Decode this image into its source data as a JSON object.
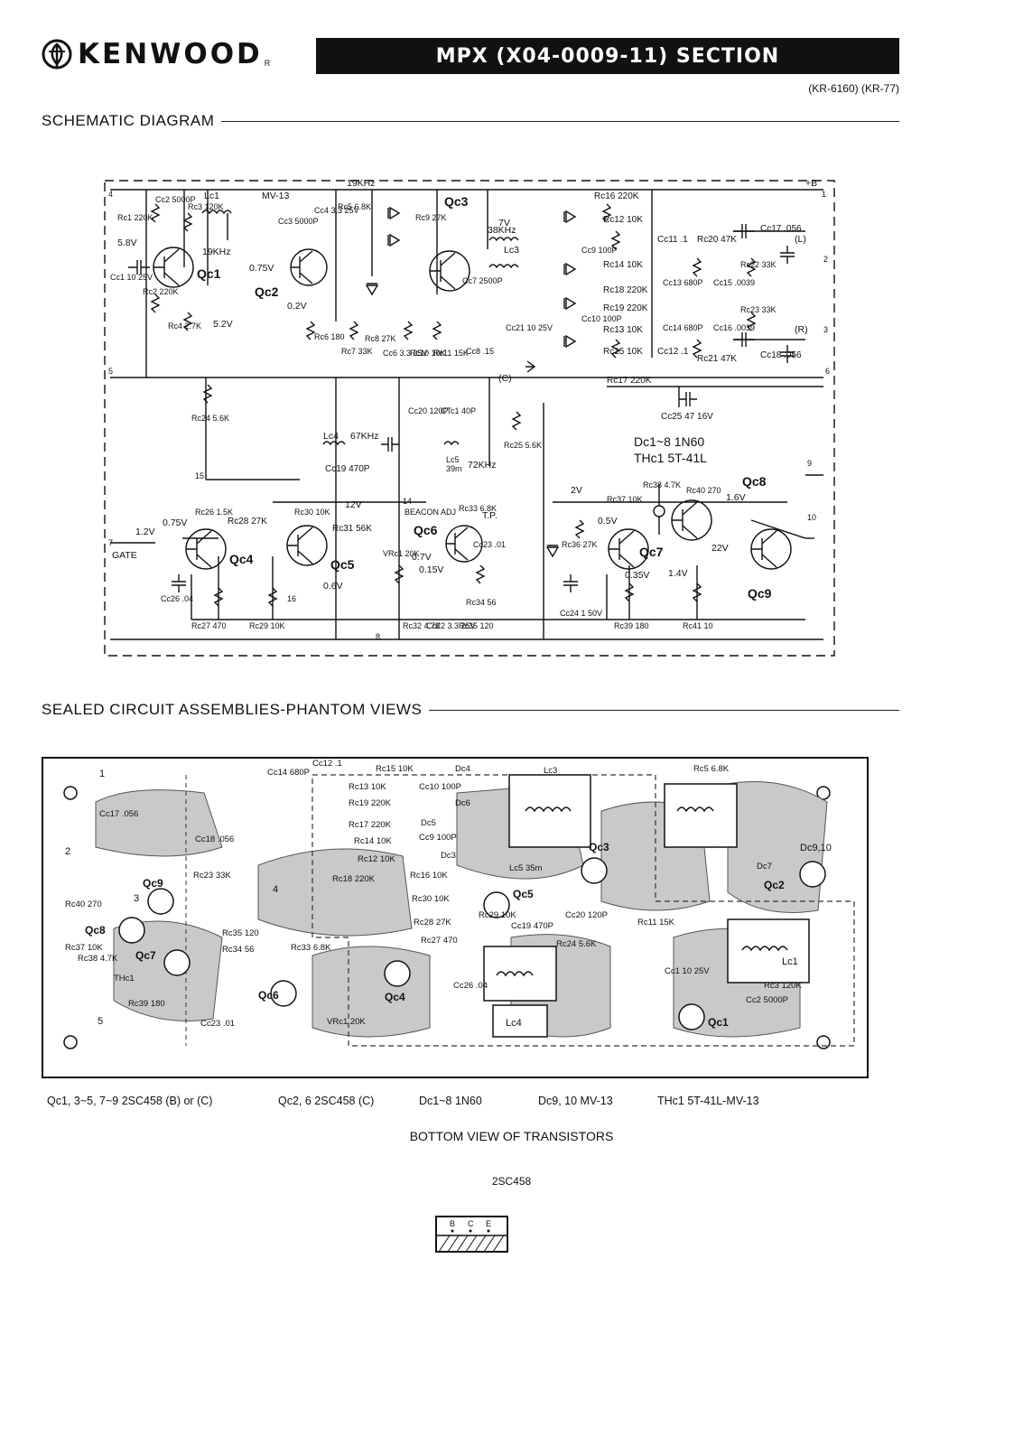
{
  "header": {
    "brand": "KENWOOD",
    "brand_suffix": "R",
    "section_title": "MPX (X04-0009-11) SECTION",
    "models": "(KR-6160) (KR-77)"
  },
  "schematic": {
    "heading": "SCHEMATIC DIAGRAM",
    "transistors": [
      "Qc1",
      "Qc2",
      "Qc3",
      "Qc4",
      "Qc5",
      "Qc6",
      "Qc7",
      "Qc8",
      "Qc9"
    ],
    "labels": {
      "b_plus": "+B",
      "gate": "GATE",
      "tp": "T.P.",
      "beacon_adj": "BEACON ADJ",
      "freq_19k": "19KHz",
      "freq_38k": "38KHz",
      "freq_67k": "67KHz",
      "freq_72k": "72KHz",
      "mv13": "MV-13",
      "lc1": "Lc1",
      "lc3": "Lc3",
      "lc4": "Lc4",
      "lc5": "Lc5",
      "lc5_val": "39m",
      "dc_note": "Dc1~8  1N60",
      "thc_note": "THc1  5T-41L",
      "rc1": "Rc1 220K",
      "cc2": "Cc2 5000P",
      "rc3": "Rc3 120K",
      "rc2": "Rc2 220K",
      "rc4": "Rc4 2.7K",
      "cc1": "Cc1 10 25V",
      "cc3": "Cc3 5000P",
      "cc4": "Cc4 3.3 25V",
      "rc5": "Rc5 6.8K",
      "rc6": "Rc6 180",
      "rc7": "Rc7 33K",
      "rc8": "Rc8 27K",
      "cc6": "Cc6 3.3 25V",
      "rc9": "Rc9 27K",
      "rc10": "Rc10 10K",
      "rc11": "Rc11 15K",
      "cc7": "Cc7 2500P",
      "cc8": "Cc8 .15",
      "cc21": "Cc21 10 25V",
      "rc16": "Rc16 220K",
      "rc12": "Rc12 10K",
      "rc14": "Rc14 10K",
      "rc18": "Rc18 220K",
      "rc19": "Rc19 220K",
      "rc13": "Rc13 10K",
      "rc15": "Rc15 10K",
      "cc9": "Cc9 100P",
      "cc10": "Cc10 100P",
      "cc11": "Cc11 .1",
      "rc20": "Rc20 47K",
      "cc13": "Cc13 680P",
      "cc15": "Cc15 .0039",
      "rc22": "Rc22 33K",
      "cc17": "Cc17 .056",
      "cc14": "Cc14 680P",
      "cc16": "Cc16 .0039",
      "rc23": "Rc23 33K",
      "cc12": "Cc12 .1",
      "rc21": "Rc21 47K",
      "cc18": "Cc18 .056",
      "rc17": "Rc17 220K",
      "cc25": "Cc25 47 16V",
      "rc24": "Rc24 5.6K",
      "cc20": "Cc20 120P",
      "ct1": "CTc1 40P",
      "rc25": "Rc25 5.6K",
      "cc19": "Cc19 470P",
      "rc26": "Rc26 1.5K",
      "rc28": "Rc28 27K",
      "cc26": "Cc26 .04",
      "rc27": "Rc27 470",
      "rc29": "Rc29 10K",
      "rc30": "Rc30 10K",
      "rc31": "Rc31 56K",
      "vrc1": "VRc1 20K",
      "rc33": "Rc33 6.8K",
      "cc23": "Cc23 .01",
      "rc32": "Rc32 4.7K",
      "cc22": "Cc22 3.3 25V",
      "rc34": "Rc34 56",
      "rc35": "Rc35 120",
      "rc36": "Rc36 27K",
      "cc24": "Cc24 1 50V",
      "rc37": "Rc37 10K",
      "rc38": "Rc38 4.7K",
      "rc39": "Rc39 180",
      "rc40": "Rc40 270",
      "rc41": "Rc41 10",
      "v_58": "5.8V",
      "v_52": "5.2V",
      "v_075": "0.75V",
      "v_02": "0.2V",
      "v_7": "7V",
      "v_12": "1.2V",
      "v_12b": "12V",
      "v_06": "0.6V",
      "v_07": "0.7V",
      "v_015": "0.15V",
      "v_2": "2V",
      "v_05": "0.5V",
      "v_035": "0.35V",
      "v_14": "1.4V",
      "v_16": "1.6V",
      "v_22": "22V",
      "pin_c": "(C)",
      "pin_l": "(L)",
      "pin_r": "(R)"
    },
    "pins": [
      "4",
      "1",
      "2",
      "3",
      "5",
      "6",
      "7",
      "8",
      "9",
      "10",
      "14",
      "15",
      "16"
    ]
  },
  "board": {
    "heading": "SEALED CIRCUIT ASSEMBLIES-PHANTOM VIEWS",
    "labels": [
      "Cc12 .1",
      "Rc15 10K",
      "Dc4",
      "Lc3",
      "Rc5 6.8K",
      "Cc14 680P",
      "Rc13 10K",
      "Cc10 100P",
      "Dc6",
      "Rc19 220K",
      "Rc17 220K",
      "Dc5",
      "Cc17 .056",
      "Cc18 .056",
      "Rc14 10K",
      "Cc9 100P",
      "Rc12 10K",
      "Dc3",
      "Rc16 10K",
      "Rc18 220K",
      "Rc23 33K",
      "Lc5 35m",
      "Qc3",
      "Dc9,10",
      "Dc7",
      "Qc2",
      "Qc9",
      "Qc5",
      "Rc30 10K",
      "Rc29 10K",
      "Cc20 120P",
      "Rc40 270",
      "Qc8",
      "Rc28 27K",
      "Cc19 470P",
      "Rc11 15K",
      "Rc37 10K",
      "Rc38 4.7K",
      "Qc7",
      "THc1",
      "Rc35 120",
      "Rc34 56",
      "Rc33 6.8K",
      "Rc27 470",
      "Rc24 5.6K",
      "Lc1",
      "Qc6",
      "Qc4",
      "Cc26 .04",
      "Lc4",
      "Rc39 180",
      "Cc23 .01",
      "VRc1 20K",
      "Rc3 120K",
      "Cc2 5000P",
      "Qc1",
      "Cc1 10 25V"
    ],
    "edge_pins": [
      "1",
      "2",
      "3",
      "4",
      "5"
    ]
  },
  "legend": [
    "Qc1, 3~5, 7~9  2SC458 (B) or (C)",
    "Qc2, 6  2SC458 (C)",
    "Dc1~8  1N60",
    "Dc9, 10  MV-13",
    "THc1  5T-41L-MV-13"
  ],
  "transistor_view": {
    "title": "BOTTOM VIEW OF TRANSISTORS",
    "part": "2SC458",
    "pins": [
      "B",
      "C",
      "E"
    ]
  }
}
